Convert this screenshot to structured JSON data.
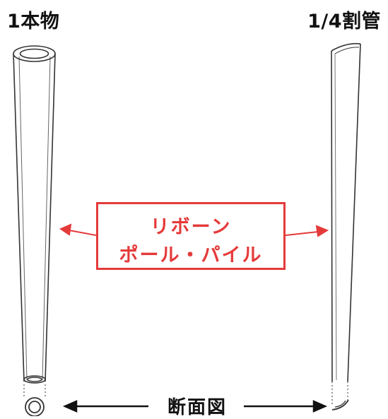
{
  "labels": {
    "left_title": "1本物",
    "right_title": "1/4割管",
    "callout_line1": "リボーン",
    "callout_line2": "ポール・パイル",
    "section_label": "断面図"
  },
  "colors": {
    "accent": "#e53a3a",
    "stroke": "#333333"
  }
}
